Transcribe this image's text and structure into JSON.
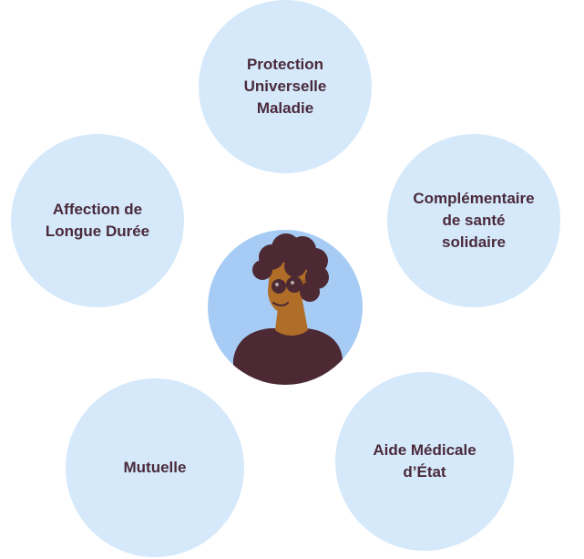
{
  "bubbles": {
    "top": "Protection\nUniverselle\nMaladie",
    "left": "Affection de\nLongue Durée",
    "right": "Complémentaire\nde santé\nsolidaire",
    "bottom_left": "Mutuelle",
    "bottom_right": "Aide Médicale\nd’État"
  },
  "colors": {
    "bubble": "#d5e9fb",
    "center": "#a6cbf5",
    "text": "#4a2a3a"
  }
}
